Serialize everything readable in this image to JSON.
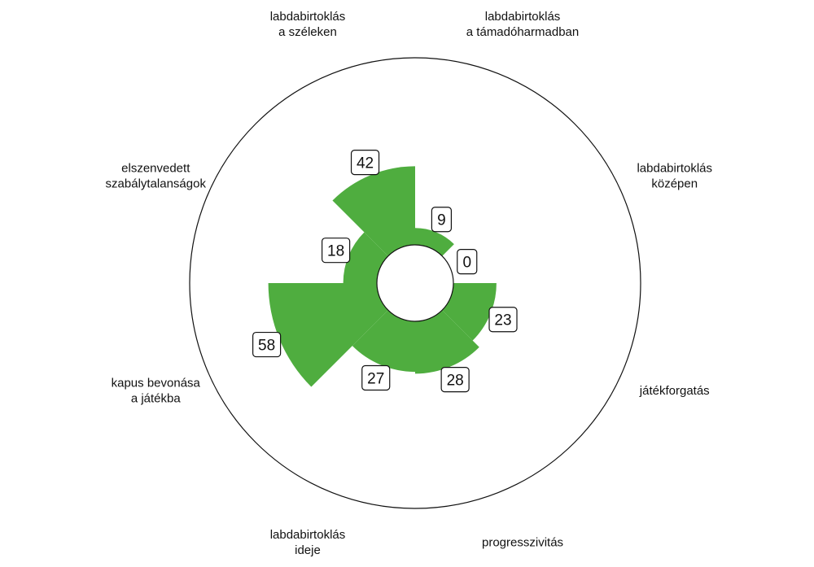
{
  "chart_data": {
    "type": "polar-bar",
    "title": "",
    "value_max": 100,
    "categories": [
      [
        "labdabirtoklás",
        "a támadóharmadban"
      ],
      [
        "labdabirtoklás",
        "középen"
      ],
      [
        "játékforgatás"
      ],
      [
        "progresszivitás"
      ],
      [
        "labdabirtoklás",
        "ideje"
      ],
      [
        "kapus bevonása",
        "a játékba"
      ],
      [
        "elszenvedett",
        "szabálytalanságok"
      ],
      [
        "labdabirtoklás",
        "a széleken"
      ]
    ],
    "values": [
      9,
      0,
      23,
      28,
      27,
      58,
      18,
      42
    ],
    "value_labels": [
      "9",
      "0",
      "23",
      "28",
      "27",
      "58",
      "18",
      "42"
    ],
    "bar_color": "#4fad3f",
    "outer_circle": true,
    "grid": false,
    "legend": "none"
  }
}
